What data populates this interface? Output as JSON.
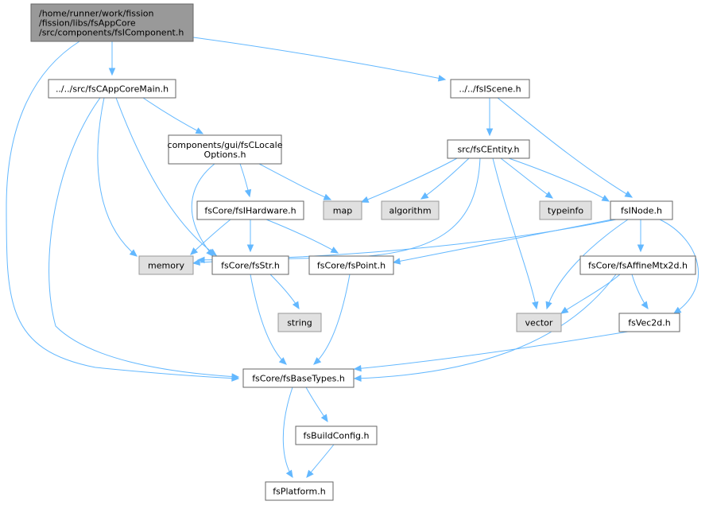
{
  "diagram": {
    "colors": {
      "edge": "#63b8ff",
      "root_fill": "#999999",
      "root_stroke": "#666666",
      "node_fill": "#ffffff",
      "node_stroke": "#666666",
      "external_fill": "#e0e0e0",
      "external_stroke": "#999999"
    },
    "nodes": [
      {
        "id": "root",
        "kind": "root",
        "lines": [
          "/home/runner/work/fission",
          "/fission/libs/fsAppCore",
          "/src/components/fsIComponent.h"
        ]
      },
      {
        "id": "appcoremain",
        "kind": "file",
        "lines": [
          "../../src/fsCAppCoreMain.h"
        ]
      },
      {
        "id": "iscene",
        "kind": "file",
        "lines": [
          "../../fsIScene.h"
        ]
      },
      {
        "id": "locale",
        "kind": "file",
        "lines": [
          "components/gui/fsCLocale",
          "Options.h"
        ]
      },
      {
        "id": "centity",
        "kind": "file",
        "lines": [
          "src/fsCEntity.h"
        ]
      },
      {
        "id": "ihardware",
        "kind": "file",
        "lines": [
          "fsCore/fsIHardware.h"
        ]
      },
      {
        "id": "map",
        "kind": "external",
        "lines": [
          "map"
        ]
      },
      {
        "id": "algorithm",
        "kind": "external",
        "lines": [
          "algorithm"
        ]
      },
      {
        "id": "typeinfo",
        "kind": "external",
        "lines": [
          "typeinfo"
        ]
      },
      {
        "id": "inode",
        "kind": "file",
        "lines": [
          "fsINode.h"
        ]
      },
      {
        "id": "memory",
        "kind": "external",
        "lines": [
          "memory"
        ]
      },
      {
        "id": "str",
        "kind": "file",
        "lines": [
          "fsCore/fsStr.h"
        ]
      },
      {
        "id": "point",
        "kind": "file",
        "lines": [
          "fsCore/fsPoint.h"
        ]
      },
      {
        "id": "affine",
        "kind": "file",
        "lines": [
          "fsCore/fsAffineMtx2d.h"
        ]
      },
      {
        "id": "string",
        "kind": "external",
        "lines": [
          "string"
        ]
      },
      {
        "id": "vector",
        "kind": "external",
        "lines": [
          "vector"
        ]
      },
      {
        "id": "vec2d",
        "kind": "file",
        "lines": [
          "fsVec2d.h"
        ]
      },
      {
        "id": "basetypes",
        "kind": "file",
        "lines": [
          "fsCore/fsBaseTypes.h"
        ]
      },
      {
        "id": "buildconfig",
        "kind": "file",
        "lines": [
          "fsBuildConfig.h"
        ]
      },
      {
        "id": "platform",
        "kind": "file",
        "lines": [
          "fsPlatform.h"
        ]
      }
    ],
    "edges": [
      {
        "from": "root",
        "to": "appcoremain"
      },
      {
        "from": "root",
        "to": "iscene"
      },
      {
        "from": "root",
        "to": "basetypes"
      },
      {
        "from": "appcoremain",
        "to": "locale"
      },
      {
        "from": "appcoremain",
        "to": "memory"
      },
      {
        "from": "appcoremain",
        "to": "str"
      },
      {
        "from": "appcoremain",
        "to": "basetypes"
      },
      {
        "from": "iscene",
        "to": "centity"
      },
      {
        "from": "iscene",
        "to": "inode"
      },
      {
        "from": "locale",
        "to": "ihardware"
      },
      {
        "from": "locale",
        "to": "map"
      },
      {
        "from": "locale",
        "to": "str"
      },
      {
        "from": "centity",
        "to": "map"
      },
      {
        "from": "centity",
        "to": "algorithm"
      },
      {
        "from": "centity",
        "to": "typeinfo"
      },
      {
        "from": "centity",
        "to": "inode"
      },
      {
        "from": "centity",
        "to": "memory"
      },
      {
        "from": "centity",
        "to": "vector"
      },
      {
        "from": "ihardware",
        "to": "memory"
      },
      {
        "from": "ihardware",
        "to": "str"
      },
      {
        "from": "ihardware",
        "to": "point"
      },
      {
        "from": "inode",
        "to": "memory"
      },
      {
        "from": "inode",
        "to": "point"
      },
      {
        "from": "inode",
        "to": "affine"
      },
      {
        "from": "inode",
        "to": "vector"
      },
      {
        "from": "inode",
        "to": "vec2d"
      },
      {
        "from": "str",
        "to": "string"
      },
      {
        "from": "str",
        "to": "basetypes"
      },
      {
        "from": "point",
        "to": "basetypes"
      },
      {
        "from": "affine",
        "to": "vector"
      },
      {
        "from": "affine",
        "to": "vec2d"
      },
      {
        "from": "affine",
        "to": "basetypes"
      },
      {
        "from": "vec2d",
        "to": "basetypes"
      },
      {
        "from": "basetypes",
        "to": "buildconfig"
      },
      {
        "from": "basetypes",
        "to": "platform"
      },
      {
        "from": "buildconfig",
        "to": "platform"
      }
    ]
  }
}
